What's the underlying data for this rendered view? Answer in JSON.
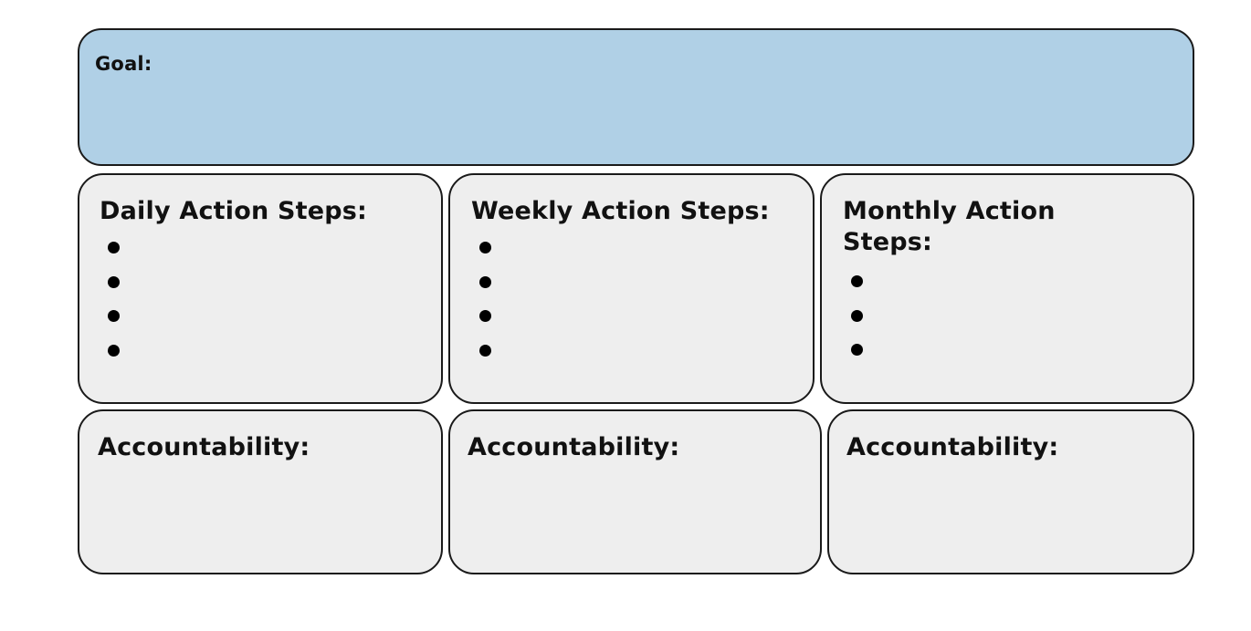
{
  "worksheet": {
    "colors": {
      "goal_fill": "#b0d0e6",
      "box_fill": "#eeeeee",
      "border": "#1a1a1a",
      "background": "#ffffff"
    },
    "goal": {
      "label": "Goal:"
    },
    "action_steps": [
      {
        "label": "Daily Action Steps:",
        "bullet_count": 4,
        "bullets": [
          "",
          "",
          "",
          ""
        ]
      },
      {
        "label": "Weekly Action Steps:",
        "bullet_count": 4,
        "bullets": [
          "",
          "",
          "",
          ""
        ]
      },
      {
        "label_line1": "Monthly Action",
        "label_line2": "Steps:",
        "bullet_count": 3,
        "bullets": [
          "",
          "",
          ""
        ]
      }
    ],
    "accountability": [
      {
        "label": "Accountability:"
      },
      {
        "label": "Accountability:"
      },
      {
        "label": "Accountability:"
      }
    ]
  }
}
